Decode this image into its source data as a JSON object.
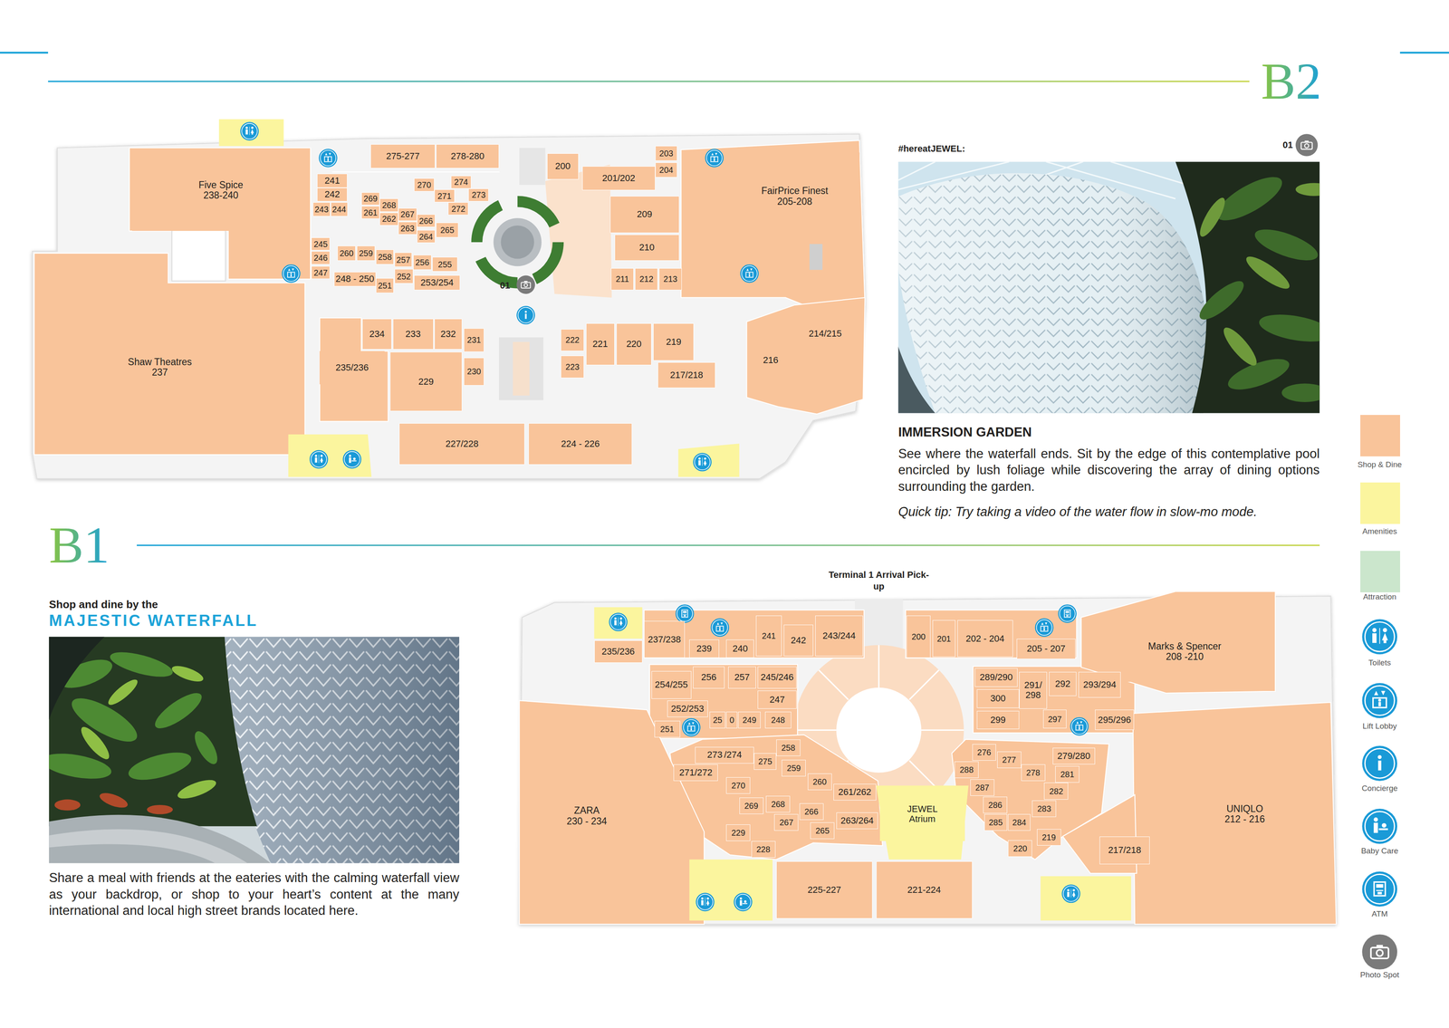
{
  "diagram": {
    "nodes": [
      {
        "text": [
          "Five Spice",
          "238-240"
        ]
      },
      {
        "text": [
          "241"
        ]
      },
      {
        "text": [
          "242"
        ]
      },
      {
        "text": [
          "243"
        ]
      },
      {
        "text": [
          "244"
        ]
      },
      {
        "text": [
          "245"
        ]
      },
      {
        "text": [
          "246"
        ]
      },
      {
        "text": [
          "247"
        ]
      },
      {
        "text": [
          "275-277"
        ]
      },
      {
        "text": [
          "278-280"
        ]
      },
      {
        "text": [
          "270"
        ]
      },
      {
        "text": [
          "274"
        ]
      },
      {
        "text": [
          "271"
        ]
      },
      {
        "text": [
          "273"
        ]
      },
      {
        "text": [
          "272"
        ]
      },
      {
        "text": [
          "269"
        ]
      },
      {
        "text": [
          "268"
        ]
      },
      {
        "text": [
          "261"
        ]
      },
      {
        "text": [
          "262"
        ]
      },
      {
        "text": [
          "267"
        ]
      },
      {
        "text": [
          "263"
        ]
      },
      {
        "text": [
          "266"
        ]
      },
      {
        "text": [
          "264"
        ]
      },
      {
        "text": [
          "265"
        ]
      },
      {
        "text": [
          "260"
        ]
      },
      {
        "text": [
          "259"
        ]
      },
      {
        "text": [
          "258"
        ]
      },
      {
        "text": [
          "257"
        ]
      },
      {
        "text": [
          "256"
        ]
      },
      {
        "text": [
          "255"
        ]
      },
      {
        "text": [
          "248 - 250"
        ]
      },
      {
        "text": [
          "251"
        ]
      },
      {
        "text": [
          "252"
        ]
      },
      {
        "text": [
          "253/254"
        ]
      },
      {
        "text": [
          "200"
        ]
      },
      {
        "text": [
          "203"
        ]
      },
      {
        "text": [
          "204"
        ]
      },
      {
        "text": [
          "201/202"
        ]
      },
      {
        "text": [
          "209"
        ]
      },
      {
        "text": [
          "210"
        ]
      },
      {
        "text": [
          "211"
        ]
      },
      {
        "text": [
          "212"
        ]
      },
      {
        "text": [
          "213"
        ]
      },
      {
        "text": [
          "FairPrice Finest",
          "205-208"
        ]
      },
      {
        "text": [
          "Shaw Theatres",
          "237"
        ]
      },
      {
        "text": [
          "234"
        ]
      },
      {
        "text": [
          "233"
        ]
      },
      {
        "text": [
          "232"
        ]
      },
      {
        "text": [
          "231"
        ]
      },
      {
        "text": [
          "230"
        ]
      },
      {
        "text": [
          "235/236"
        ]
      },
      {
        "text": [
          "229"
        ]
      },
      {
        "text": [
          "222"
        ]
      },
      {
        "text": [
          "223"
        ]
      },
      {
        "text": [
          "221"
        ]
      },
      {
        "text": [
          "220"
        ]
      },
      {
        "text": [
          "219"
        ]
      },
      {
        "text": [
          "217/218"
        ]
      },
      {
        "text": [
          "216"
        ]
      },
      {
        "text": [
          "214/215"
        ]
      },
      {
        "text": [
          "227/228"
        ]
      },
      {
        "text": [
          "224 - 226"
        ]
      },
      {
        "text": [
          "237/238"
        ]
      },
      {
        "text": [
          "235/236"
        ]
      },
      {
        "text": [
          "239"
        ]
      },
      {
        "text": [
          "240"
        ]
      },
      {
        "text": [
          "241"
        ]
      },
      {
        "text": [
          "242"
        ]
      },
      {
        "text": [
          "243/244"
        ]
      },
      {
        "text": [
          "200"
        ]
      },
      {
        "text": [
          "201"
        ]
      },
      {
        "text": [
          "202 - 204"
        ]
      },
      {
        "text": [
          "205 - 207"
        ]
      },
      {
        "text": [
          "Marks & Spencer",
          "208 -210"
        ]
      },
      {
        "text": [
          "254/255"
        ]
      },
      {
        "text": [
          "256"
        ]
      },
      {
        "text": [
          "257"
        ]
      },
      {
        "text": [
          "245/246"
        ]
      },
      {
        "text": [
          "247"
        ]
      },
      {
        "text": [
          "252/253"
        ]
      },
      {
        "text": [
          "25"
        ]
      },
      {
        "text": [
          "0"
        ]
      },
      {
        "text": [
          "249"
        ]
      },
      {
        "text": [
          "248"
        ]
      },
      {
        "text": [
          "251"
        ]
      },
      {
        "text": [
          "289/290"
        ]
      },
      {
        "text": [
          "291/ 298"
        ]
      },
      {
        "text": [
          "292"
        ]
      },
      {
        "text": [
          "293/294"
        ]
      },
      {
        "text": [
          "300"
        ]
      },
      {
        "text": [
          "299"
        ]
      },
      {
        "text": [
          "297"
        ]
      },
      {
        "text": [
          "295/296"
        ]
      },
      {
        "text": [
          "273",
          "/274"
        ]
      },
      {
        "text": [
          "258"
        ]
      },
      {
        "text": [
          "275"
        ]
      },
      {
        "text": [
          "271/272"
        ]
      },
      {
        "text": [
          "259"
        ]
      },
      {
        "text": [
          "270"
        ]
      },
      {
        "text": [
          "260"
        ]
      },
      {
        "text": [
          "261/262"
        ]
      },
      {
        "text": [
          "269"
        ]
      },
      {
        "text": [
          "268"
        ]
      },
      {
        "text": [
          "266"
        ]
      },
      {
        "text": [
          "267"
        ]
      },
      {
        "text": [
          "263/264"
        ]
      },
      {
        "text": [
          "265"
        ]
      },
      {
        "text": [
          "229"
        ]
      },
      {
        "text": [
          "228"
        ]
      },
      {
        "text": [
          "JEWEL Atrium"
        ]
      },
      {
        "text": [
          "276"
        ]
      },
      {
        "text": [
          "277"
        ]
      },
      {
        "text": [
          "279/280"
        ]
      },
      {
        "text": [
          "288"
        ]
      },
      {
        "text": [
          "278"
        ]
      },
      {
        "text": [
          "281"
        ]
      },
      {
        "text": [
          "287"
        ]
      },
      {
        "text": [
          "282"
        ]
      },
      {
        "text": [
          "286"
        ]
      },
      {
        "text": [
          "283"
        ]
      },
      {
        "text": [
          "284"
        ]
      },
      {
        "text": [
          "285"
        ]
      },
      {
        "text": [
          "220"
        ]
      },
      {
        "text": [
          "219"
        ]
      },
      {
        "text": [
          "217/218"
        ]
      },
      {
        "text": [
          "ZARA",
          "230 - 234"
        ]
      },
      {
        "text": [
          "UNIQLO",
          "212 - 216"
        ]
      },
      {
        "text": [
          "225-227"
        ]
      },
      {
        "text": [
          "221-224"
        ]
      }
    ],
    "labels": [
      "B2",
      "#hereatJEWEL:",
      "01",
      "01",
      "IMMERSION GARDEN",
      "See where the waterfall ends. Sit by the edge of this contemplative pool encircled by lush foliage while discovering the array of dining options surrounding the garden.",
      "Quick tip: Try taking a video of the water flow in slow-mo mode.",
      "B1",
      "Shop and dine by the",
      "MAJESTIC WATERFALL",
      "Share a meal with friends at the eateries with the calming waterfall view as your backdrop, or shop to your heart’s content at the many international and local high street brands located here.",
      "Terminal 1 Arrival Pick-up"
    ],
    "legend": [
      {
        "text": "Shop & Dine",
        "color": "#F9C49A"
      },
      {
        "text": "Amenities",
        "color": "#FBF59E"
      },
      {
        "text": "Attraction",
        "color": "#CBE6CC"
      },
      {
        "text": "Toilets"
      },
      {
        "text": "Lift Lobby"
      },
      {
        "text": "Concierge"
      },
      {
        "text": "Baby Care"
      },
      {
        "text": "ATM"
      },
      {
        "text": "Photo Spot"
      }
    ]
  }
}
